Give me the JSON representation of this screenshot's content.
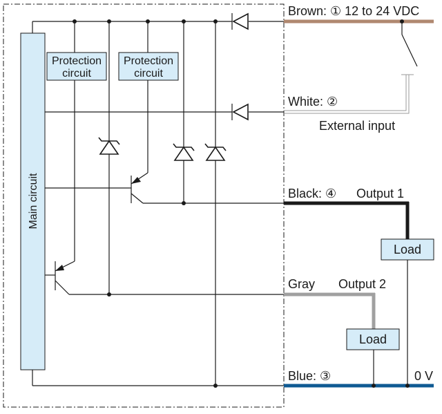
{
  "main_circuit_label": "Main circuit",
  "protection_circuits": [
    {
      "line1": "Protection",
      "line2": "circuit"
    },
    {
      "line1": "Protection",
      "line2": "circuit"
    }
  ],
  "wires": {
    "brown": "Brown: ① 12 to 24 VDC",
    "white": "White: ②",
    "black": "Black: ④",
    "gray": "Gray",
    "blue": "Blue: ③"
  },
  "external_input": "External input",
  "output1": "Output 1",
  "output2": "Output 2",
  "load": "Load",
  "zero_volt": "0 V",
  "colors": {
    "brown": "#b08870",
    "black": "#1a1a1a",
    "gray": "#a0a0a0",
    "blue": "#0f5a93",
    "box_fill": "#d6ecf8"
  }
}
